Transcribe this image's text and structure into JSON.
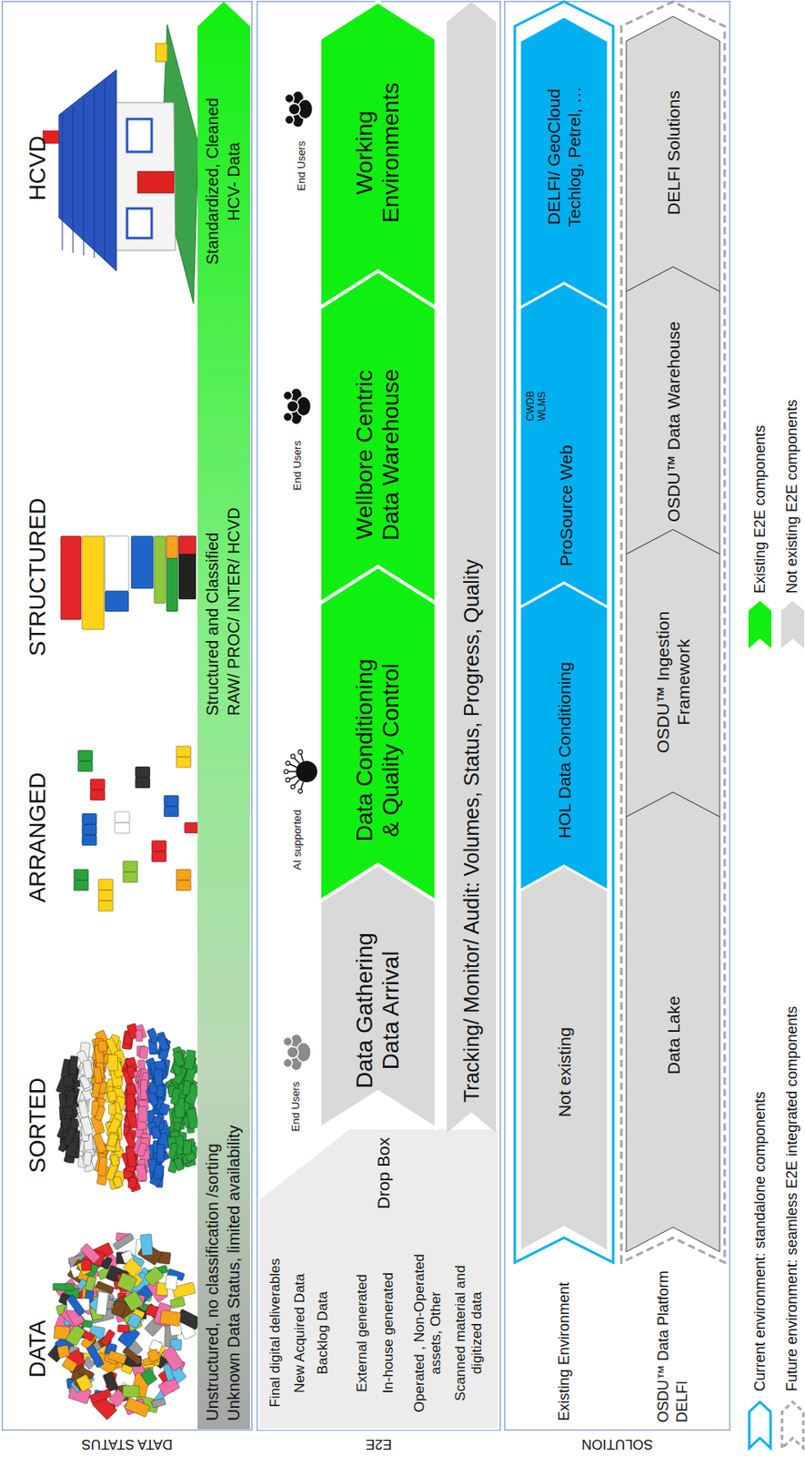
{
  "diagram": {
    "nodes": [
      {
        "text": [
          "DATA STATUS"
        ]
      },
      {
        "text": [
          "Unstructured, no classification /sorting",
          "Unknown Data Status, limited availability",
          "Structured and Classified",
          "RAW/ PROC/ INTER/ HCVD",
          "Standardized, Cleaned",
          "HCV- Data"
        ],
        "in": 0
      },
      {
        "text": [
          "E2E"
        ]
      },
      {
        "text": [
          "Final digital deliverables",
          "New Acquired Data",
          "Backlog Data",
          "External generated",
          "In-house generated",
          "Operated , Non-Operated assets, Other",
          "Scanned material and digitized data",
          "Drop Box"
        ],
        "in": 2
      },
      {
        "text": [
          "Data Gathering Data Arrival"
        ],
        "in": 2
      },
      {
        "text": [
          "Data Conditioning & Quality Control"
        ],
        "in": 2
      },
      {
        "text": [
          "Wellbore Centric Data Warehouse"
        ],
        "in": 2
      },
      {
        "text": [
          "Working Environments"
        ],
        "in": 2
      },
      {
        "text": [
          "Tracking/ Monitor/ Audit: Volumes, Status, Progress, Quality"
        ],
        "in": 2
      },
      {
        "text": [
          "SOLUTION"
        ]
      },
      {
        "text": [
          "Existing Environment"
        ],
        "in": 9
      },
      {
        "text": [
          "Not existing"
        ],
        "in": 10
      },
      {
        "text": [
          "HOL Data Conditioning"
        ],
        "in": 10
      },
      {
        "text": [
          "ProSource Web",
          "CWDB WLMS"
        ],
        "in": 10
      },
      {
        "text": [
          "DELFI/ GeoCloud Techlog, Petrel, …"
        ],
        "in": 10
      },
      {
        "text": [
          "OSDU™ Data Platform DELFI"
        ],
        "in": 9
      },
      {
        "text": [
          "Data Lake"
        ],
        "in": 15
      },
      {
        "text": [
          "OSDU™ Ingestion Framework"
        ],
        "in": 15
      },
      {
        "text": [
          "OSDU™ Data Warehouse"
        ],
        "in": 15
      },
      {
        "text": [
          "DELFI Solutions"
        ],
        "in": 15
      }
    ],
    "labels": [
      "DATA",
      "SORTED",
      "ARRANGED",
      "STRUCTURED",
      "HCVD",
      "End Users",
      "AI supported",
      "End Users",
      "End Users"
    ],
    "legend": [
      {
        "text": "Current environment: standalone components"
      },
      {
        "text": "Future environment: seamless E2E integrated components"
      },
      {
        "text": "Existing E2E components",
        "color": "#10f010"
      },
      {
        "text": "Not existing E2E components",
        "color": "#d9d9d9"
      }
    ]
  }
}
